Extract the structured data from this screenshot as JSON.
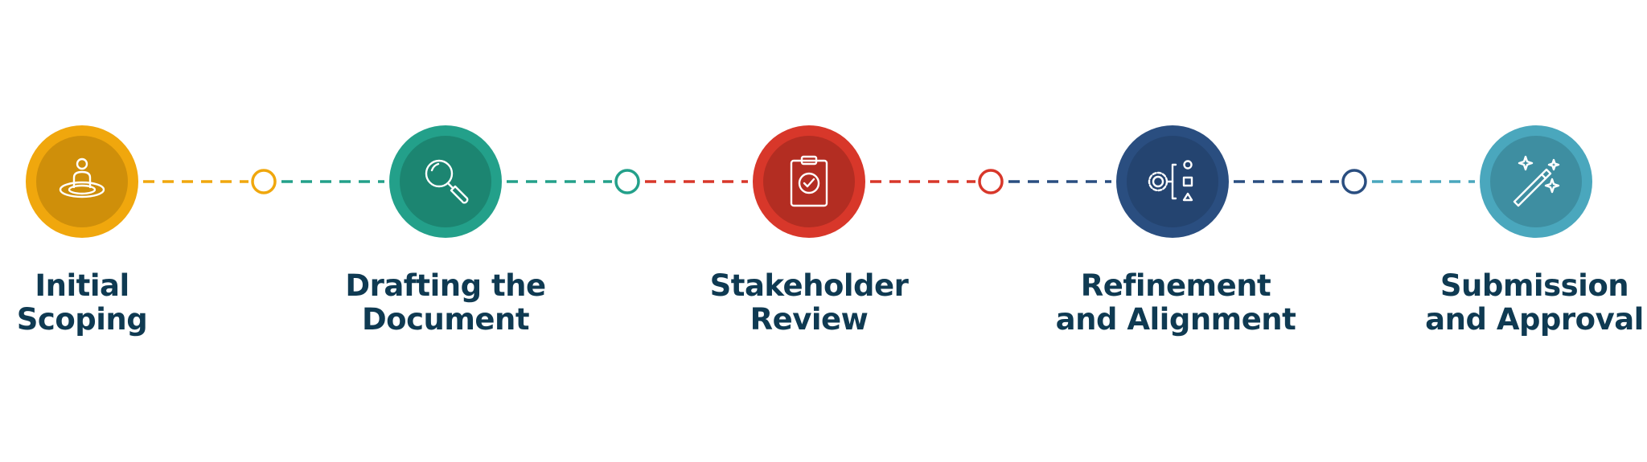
{
  "stages": [
    {
      "id": "initial-scoping",
      "lines": [
        "Initial",
        "Scoping"
      ],
      "icon": "person-on-target-icon",
      "outer": "#f0a70d",
      "inner": "#cf8f0a"
    },
    {
      "id": "drafting",
      "lines": [
        "Drafting the",
        "Document"
      ],
      "icon": "magnifier-icon",
      "outer": "#23a08a",
      "inner": "#1c8571"
    },
    {
      "id": "stakeholder-review",
      "lines": [
        "Stakeholder",
        "Review"
      ],
      "icon": "clipboard-check-icon",
      "outer": "#d8372a",
      "inner": "#b32d22"
    },
    {
      "id": "refinement",
      "lines": [
        "Refinement",
        "and Alignment"
      ],
      "icon": "gear-flow-icon",
      "outer": "#2a4e80",
      "inner": "#244470"
    },
    {
      "id": "submission",
      "lines": [
        "Submission",
        "and Approval"
      ],
      "icon": "magic-wand-icon",
      "outer": "#4aa7bd",
      "inner": "#3e8ea1"
    }
  ],
  "connectors": [
    {
      "left": "#f0a70d",
      "node": "#f0a70d",
      "right": "#23a08a"
    },
    {
      "left": "#23a08a",
      "node": "#23a08a",
      "right": "#d8372a"
    },
    {
      "left": "#d8372a",
      "node": "#d8372a",
      "right": "#2a4e80"
    },
    {
      "left": "#2a4e80",
      "node": "#2a4e80",
      "right": "#4aa7bd"
    }
  ]
}
